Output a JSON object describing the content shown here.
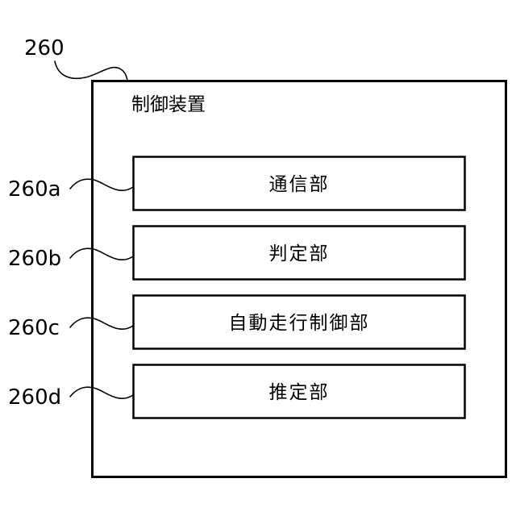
{
  "device": {
    "ref": "260",
    "title": "制御装置"
  },
  "units": [
    {
      "ref": "260a",
      "label": "通信部"
    },
    {
      "ref": "260b",
      "label": "判定部"
    },
    {
      "ref": "260c",
      "label": "自動走行制御部"
    },
    {
      "ref": "260d",
      "label": "推定部"
    }
  ]
}
